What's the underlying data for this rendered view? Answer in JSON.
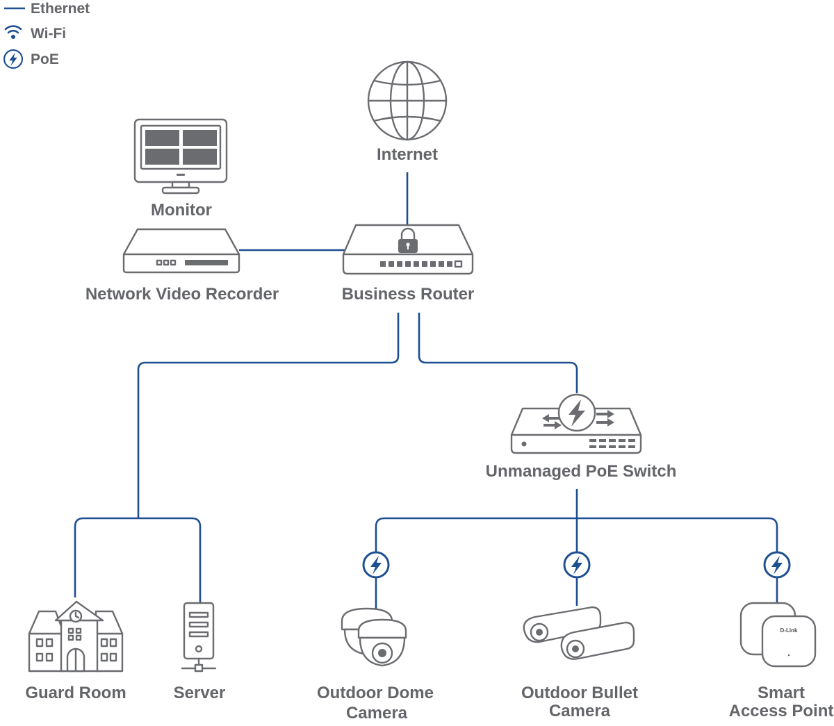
{
  "legend": {
    "ethernet": "Ethernet",
    "wifi": "Wi-Fi",
    "poe": "PoE"
  },
  "nodes": {
    "internet": "Internet",
    "monitor": "Monitor",
    "nvr": "Network Video Recorder",
    "router": "Business Router",
    "switch": "Unmanaged PoE Switch",
    "guard_room": "Guard Room",
    "server": "Server",
    "dome_line1": "Outdoor Dome",
    "dome_line2": "Camera",
    "bullet_line1": "Outdoor Bullet",
    "bullet_line2": "Camera",
    "ap_line1": "Smart",
    "ap_line2": "Access Point"
  },
  "device_text": {
    "ap_brand": "D-Link"
  },
  "colors": {
    "connection": "#1d4f91",
    "device_outline": "#6a6c70",
    "label": "#636569"
  },
  "icons": [
    "ethernet-line-icon",
    "wifi-icon",
    "poe-icon",
    "globe-icon",
    "monitor-icon",
    "nvr-icon",
    "router-icon",
    "lock-icon",
    "poe-switch-icon",
    "building-icon",
    "server-icon",
    "dome-camera-icon",
    "bullet-camera-icon",
    "access-point-icon"
  ]
}
